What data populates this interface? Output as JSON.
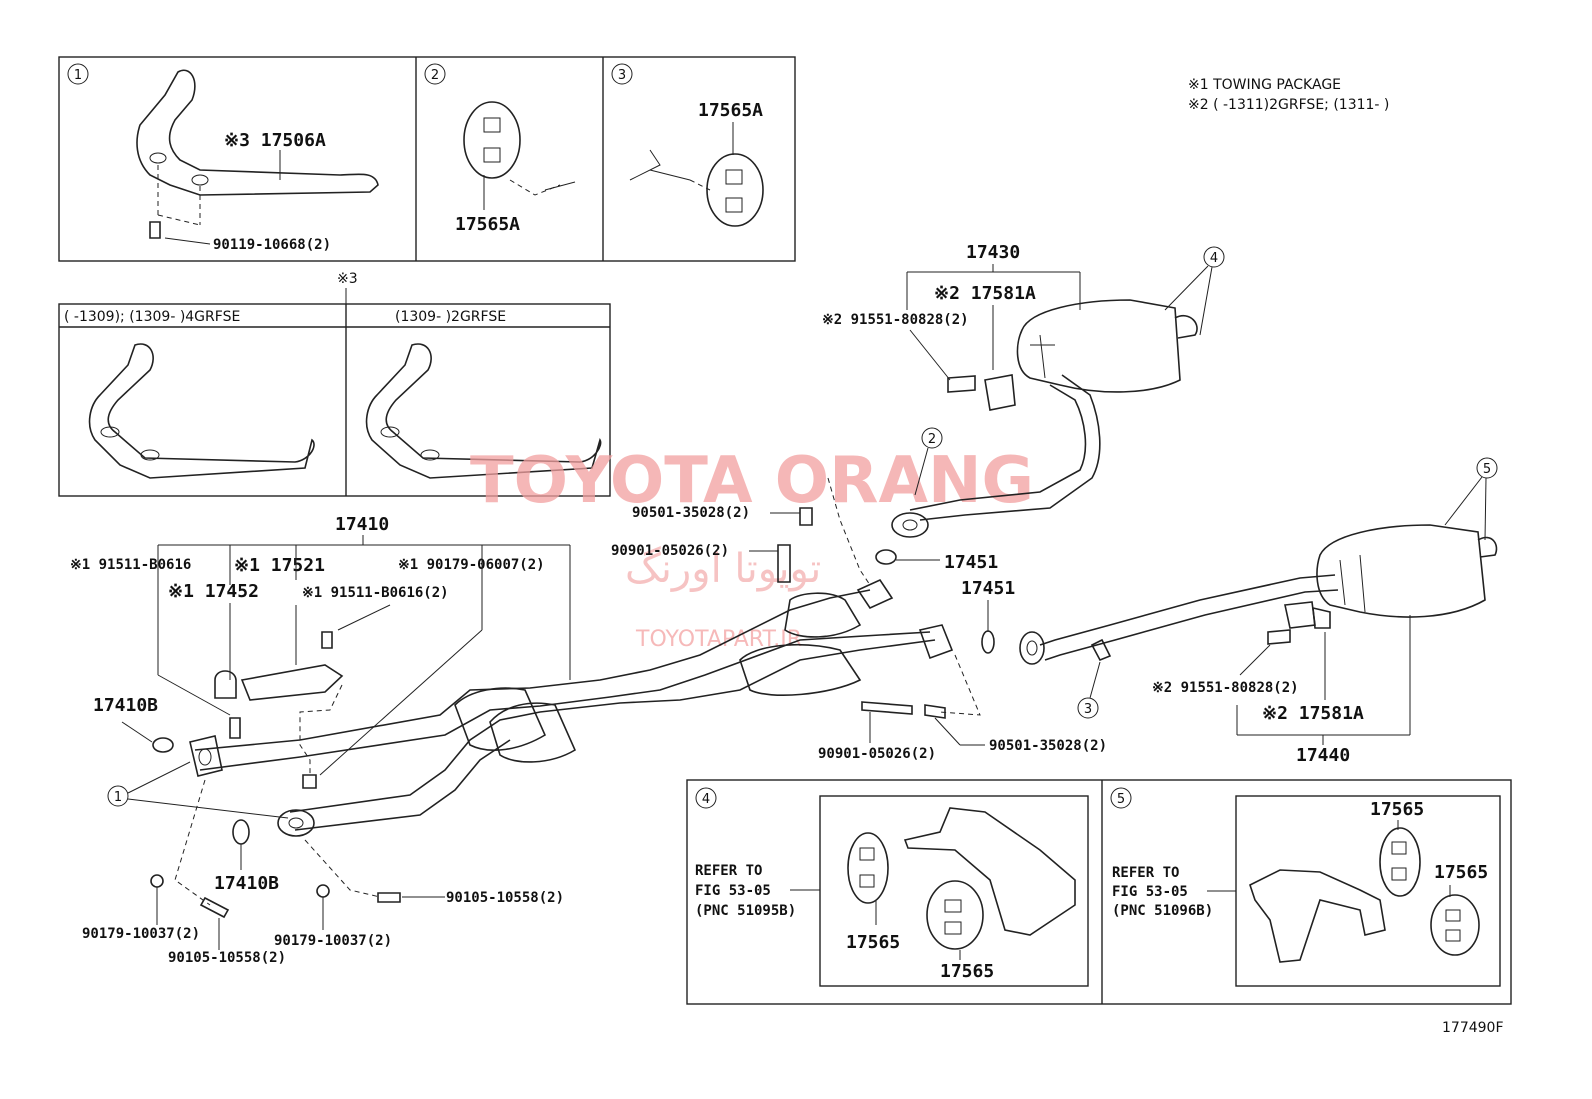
{
  "notes": {
    "note1": "※1  TOWING PACKAGE",
    "note2": "※2 (      -1311)2GRFSE; (1311-      )"
  },
  "figure_id": "177490F",
  "watermark": {
    "brand": "TOYOTA ORANG",
    "persian": "تویوتا اورنگ",
    "site": "TOYOTAPART.IR"
  },
  "insets": {
    "inset1": {
      "num": "1",
      "label": "※3 17506A",
      "bolt": "90119-10668(2)"
    },
    "inset2": {
      "num": "2",
      "label": "17565A"
    },
    "inset3": {
      "num": "3",
      "label": "17565A"
    },
    "variant": {
      "marker": "※3",
      "left_header": "(      -1309); (1309-      )4GRFSE",
      "right_header": "(1309-      )2GRFSE"
    },
    "inset4": {
      "num": "4",
      "refer1": "REFER TO",
      "refer2": "FIG 53-05",
      "refer3": "(PNC 51095B)",
      "p1": "17565",
      "p2": "17565"
    },
    "inset5": {
      "num": "5",
      "refer1": "REFER TO",
      "refer2": "FIG 53-05",
      "refer3": "(PNC 51096B)",
      "p1": "17565",
      "p2": "17565"
    }
  },
  "parts": {
    "p17410": "17410",
    "p91511_a": "※1 91511-B0616",
    "p17521": "※1 17521",
    "p90179_06007": "※1 90179-06007(2)",
    "p17452": "※1 17452",
    "p91511_b": "※1 91511-B0616(2)",
    "p17410B_a": "17410B",
    "p17410B_b": "17410B",
    "p90179_10037_a": "90179-10037(2)",
    "p90105_10558_a": "90105-10558(2)",
    "p90179_10037_b": "90179-10037(2)",
    "p90105_10558_b": "90105-10558(2)",
    "p90501_a": "90501-35028(2)",
    "p90901_a": "90901-05026(2)",
    "p17451_a": "17451",
    "p17451_b": "17451",
    "p90901_b": "90901-05026(2)",
    "p90501_b": "90501-35028(2)",
    "p17430": "17430",
    "p17581A_a": "※2 17581A",
    "p91551_a": "※2 91551-80828(2)",
    "p91551_b": "※2 91551-80828(2)",
    "p17581A_b": "※2 17581A",
    "p17440": "17440"
  },
  "callouts": {
    "c1": "1",
    "c2": "2",
    "c3": "3",
    "c4": "4",
    "c5": "5"
  }
}
